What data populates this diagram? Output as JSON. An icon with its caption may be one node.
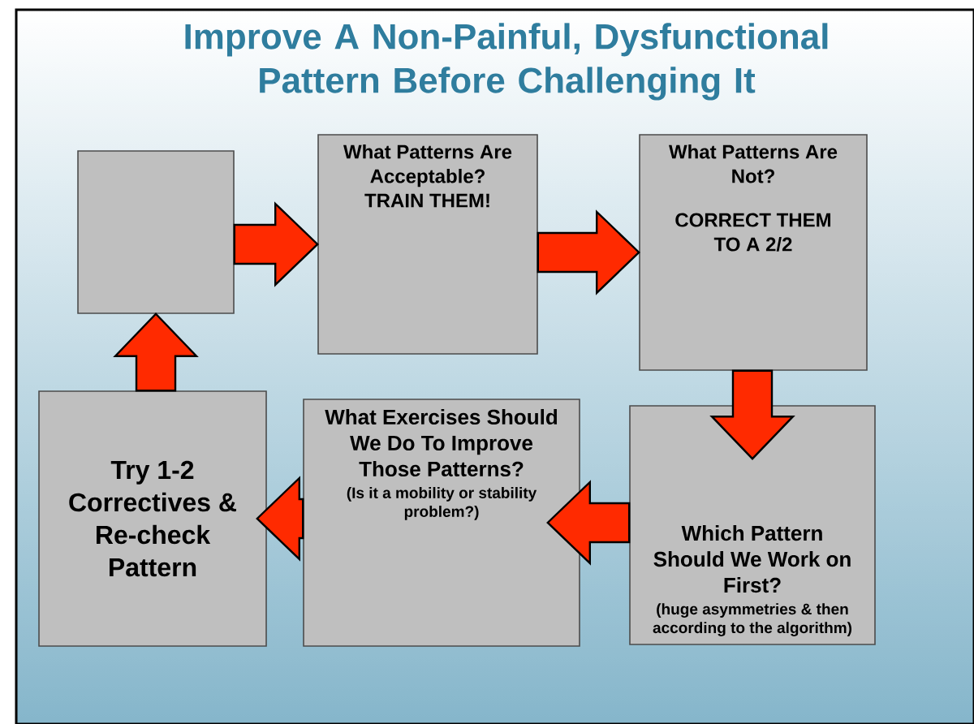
{
  "diagram": {
    "title": "Improve A Non-Painful, Dysfunctional Pattern Before Challenging It",
    "nodes": [
      {
        "text": [],
        "shape": "box"
      },
      {
        "text": [
          "What Patterns Are Acceptable?",
          "TRAIN THEM!"
        ]
      },
      {
        "text": [
          "What Patterns Are Not?",
          "CORRECT THEM TO A 2/2"
        ]
      },
      {
        "text": [
          "Which Pattern Should We Work on First?",
          "(huge asymmetries & then according to the algorithm)"
        ]
      },
      {
        "text": [
          "What Exercises Should We Do To Improve Those Patterns?",
          "(Is it a mobility or stability problem?)"
        ]
      },
      {
        "text": [
          "Try 1-2 Correctives & Re-check Pattern"
        ]
      }
    ],
    "edges": [
      {
        "from": 0,
        "to": 1,
        "arrow": "to"
      },
      {
        "from": 1,
        "to": 2,
        "arrow": "to"
      },
      {
        "from": 2,
        "to": 3,
        "arrow": "to"
      },
      {
        "from": 3,
        "to": 4,
        "arrow": "to"
      },
      {
        "from": 4,
        "to": 5,
        "arrow": "to"
      },
      {
        "from": 5,
        "to": 0,
        "arrow": "to"
      }
    ]
  }
}
